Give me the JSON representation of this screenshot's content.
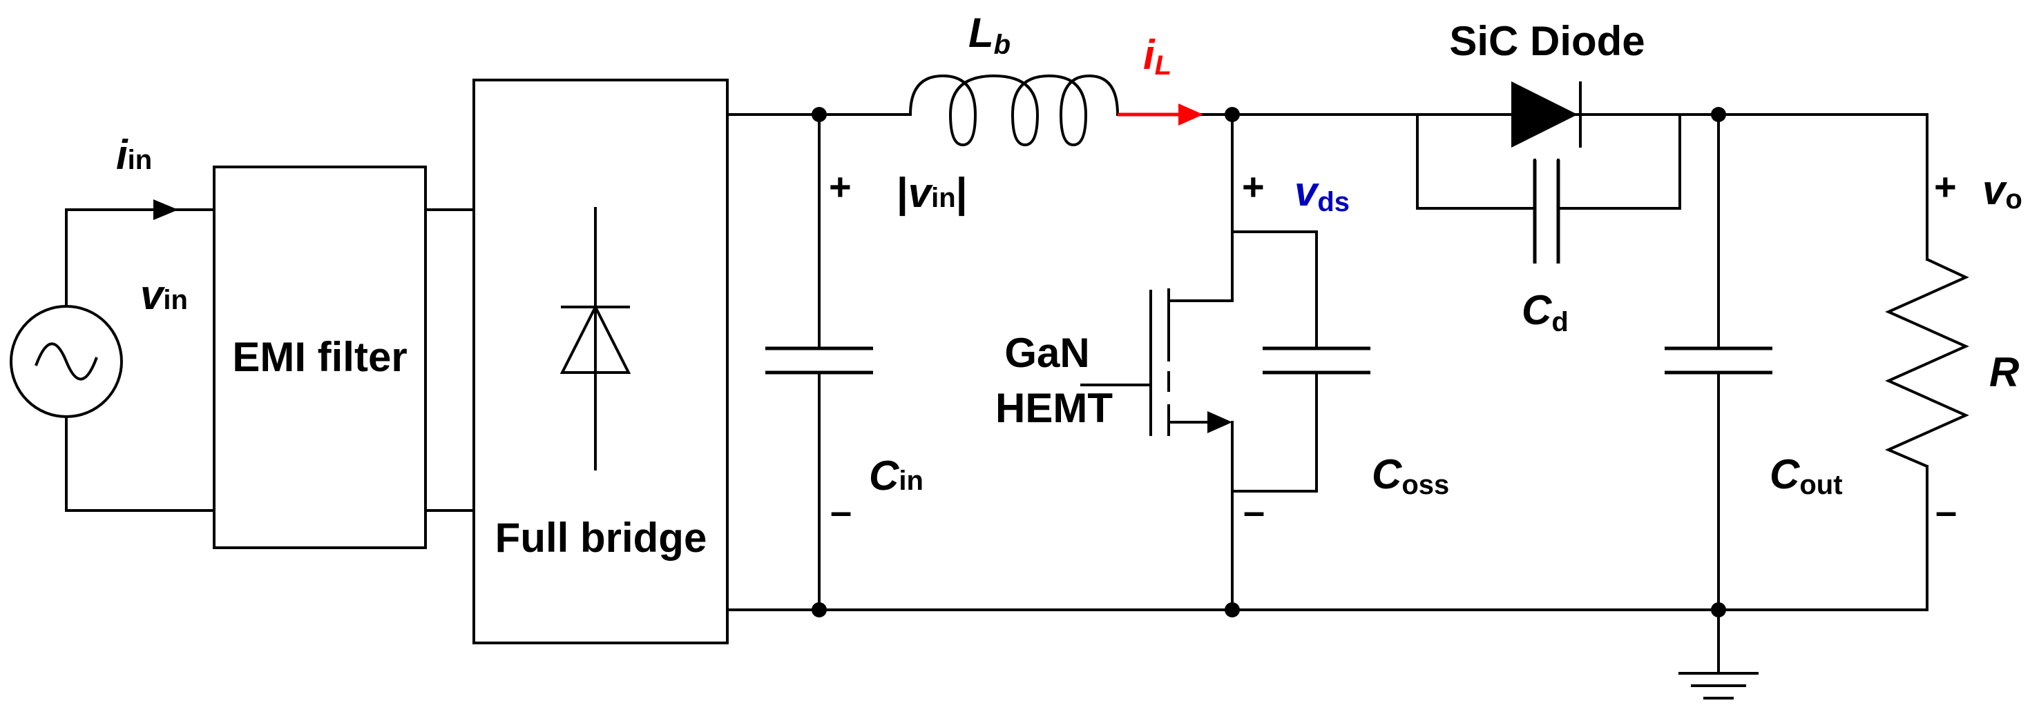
{
  "colors": {
    "wire": "#000000",
    "current_iL": "#ff0000",
    "voltage_vds": "#0000c0",
    "background": "#ffffff"
  },
  "labels": {
    "i_in": {
      "main": "i",
      "sub": "in"
    },
    "v_in": {
      "main": "v",
      "sub": "in"
    },
    "emi_filter": "EMI filter",
    "full_bridge": "Full bridge",
    "Lb": {
      "main": "L",
      "sub": "b"
    },
    "iL": {
      "main": "i",
      "sub": "L"
    },
    "abs_vin": {
      "left": "|",
      "main": "v",
      "sub": "in",
      "right": "|"
    },
    "Cin": {
      "main": "C",
      "sub": "in"
    },
    "gan_line1": "GaN",
    "gan_line2": "HEMT",
    "vds": {
      "main": "v",
      "sub": "ds"
    },
    "Coss": {
      "main": "C",
      "sub": "oss"
    },
    "sic_diode": "SiC Diode",
    "Cd": {
      "main": "C",
      "sub": "d"
    },
    "Cout": {
      "main": "C",
      "sub": "out"
    },
    "vo": {
      "main": "v",
      "sub": "o"
    },
    "R": "R",
    "plus": "+",
    "minus": "–"
  },
  "icons": {
    "ac_source": "ac-source-icon",
    "rectifier_diode": "diode-icon",
    "inductor": "inductor-icon",
    "sic_diode": "diode-icon",
    "transistor": "gan-hemt-icon",
    "resistor": "resistor-icon",
    "ground": "ground-icon"
  }
}
